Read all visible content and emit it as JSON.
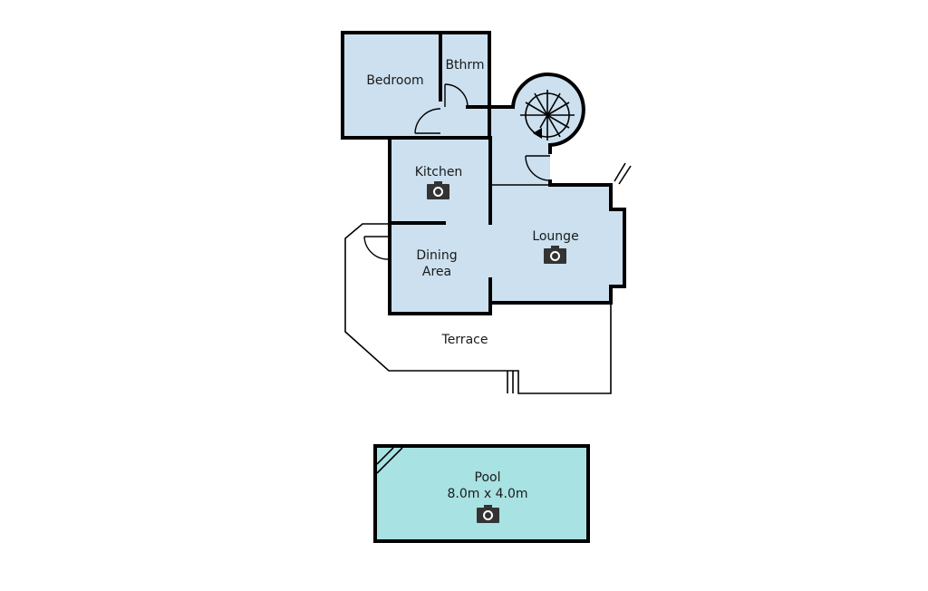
{
  "floorplan": {
    "colors": {
      "room_fill": "#cce0ef",
      "pool_fill": "#a8e2e2",
      "wall": "#000000",
      "icon": "#333333"
    },
    "rooms": {
      "bedroom": {
        "label": "Bedroom"
      },
      "bathroom": {
        "label": "Bthrm"
      },
      "kitchen": {
        "label": "Kitchen",
        "has_photo": true
      },
      "dining": {
        "label_line1": "Dining",
        "label_line2": "Area"
      },
      "lounge": {
        "label": "Lounge",
        "has_photo": true
      },
      "terrace": {
        "label": "Terrace"
      },
      "pool": {
        "label": "Pool",
        "dimensions": "8.0m x 4.0m",
        "has_photo": true
      }
    },
    "icons": {
      "photo": "camera-icon",
      "stairs": "spiral-stairs-icon"
    }
  }
}
